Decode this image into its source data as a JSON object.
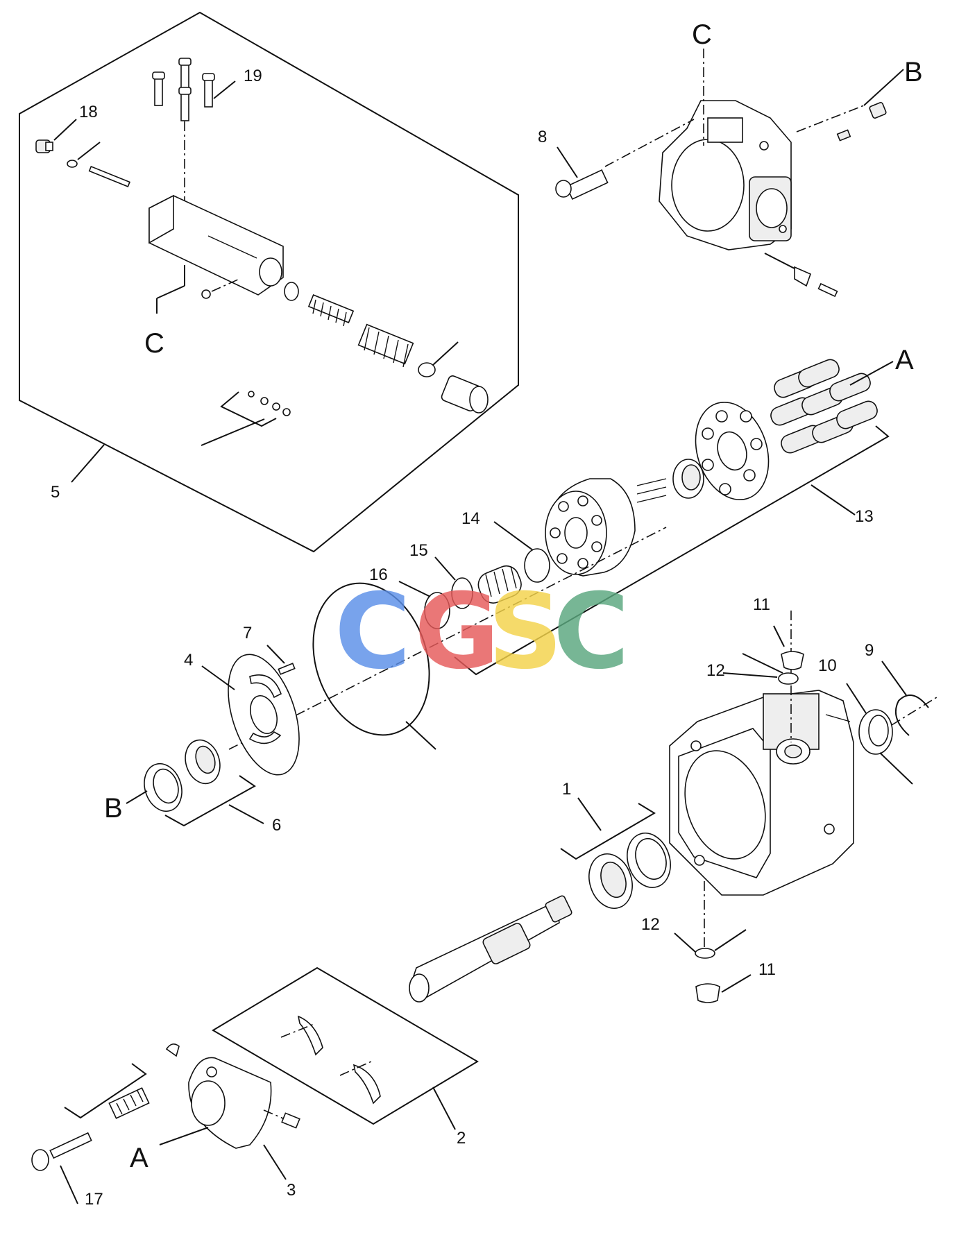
{
  "watermark": {
    "letters": [
      {
        "char": "C",
        "color": "#5b8fe8"
      },
      {
        "char": "G",
        "color": "#e65a5a"
      },
      {
        "char": "S",
        "color": "#f4d34a"
      },
      {
        "char": "C",
        "color": "#5aa77e"
      }
    ]
  },
  "callouts": {
    "n1": "1",
    "n2": "2",
    "n3": "3",
    "n4": "4",
    "n5": "5",
    "n6": "6",
    "n7": "7",
    "n8": "8",
    "n9": "9",
    "n10": "10",
    "n11a": "11",
    "n11b": "11",
    "n12a": "12",
    "n12b": "12",
    "n13": "13",
    "n14": "14",
    "n15": "15",
    "n16": "16",
    "n17": "17",
    "n18": "18",
    "n19": "19"
  },
  "section_labels": {
    "a_top": "A",
    "a_bottom": "A",
    "b_top": "B",
    "b_left": "B",
    "c_top": "C",
    "c_valve": "C"
  }
}
